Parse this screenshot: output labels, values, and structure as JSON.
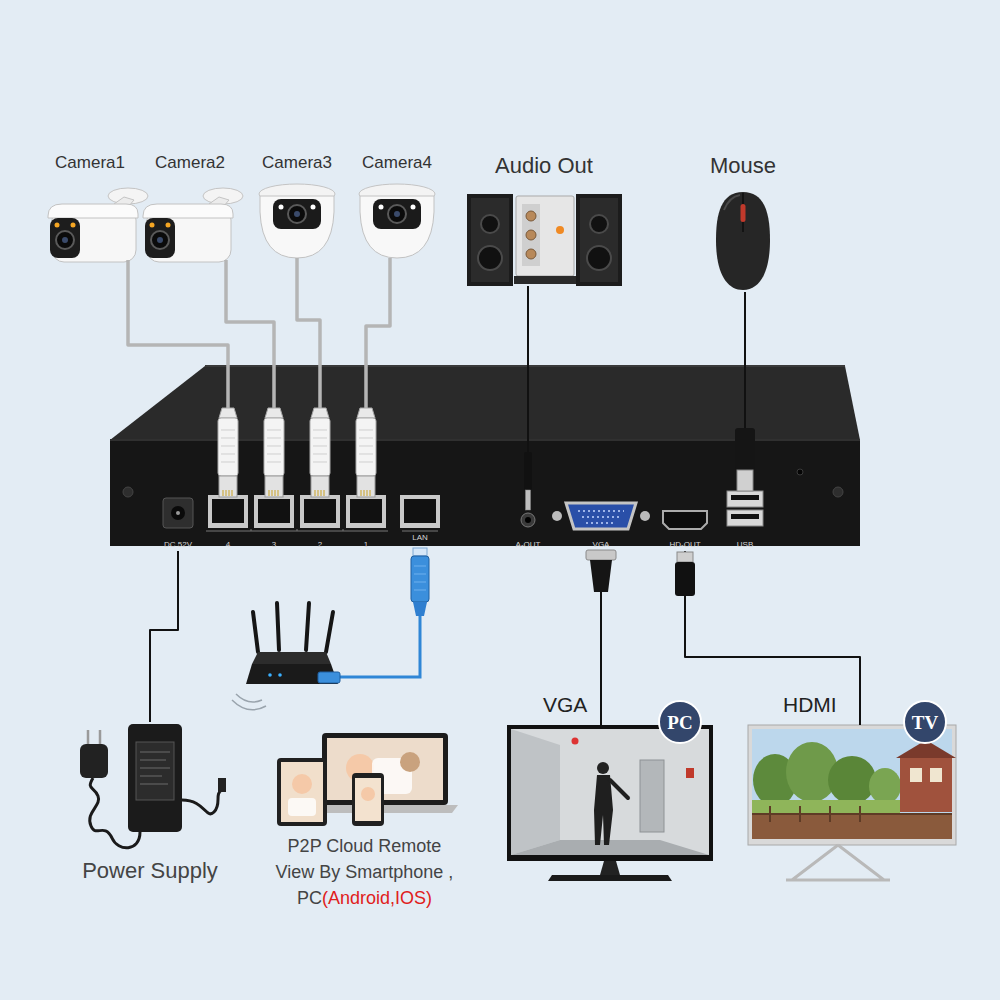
{
  "diagram": {
    "nodes": [
      {
        "text": [
          "Camera1"
        ]
      },
      {
        "text": [
          "Camera2"
        ]
      },
      {
        "text": [
          "Camera3"
        ]
      },
      {
        "text": [
          "Camera4"
        ]
      },
      {
        "text": [
          "Audio Out"
        ]
      },
      {
        "text": [
          "Mouse"
        ]
      },
      {
        "text": [
          "DC 52V"
        ]
      },
      {
        "text": [
          "4"
        ]
      },
      {
        "text": [
          "3"
        ]
      },
      {
        "text": [
          "2"
        ]
      },
      {
        "text": [
          "1"
        ]
      },
      {
        "text": [
          "A-OUT"
        ]
      },
      {
        "text": [
          "VGA"
        ]
      },
      {
        "text": [
          "HD-OUT"
        ]
      },
      {
        "text": [
          "USB"
        ]
      },
      {
        "text": [
          "Power Supply"
        ]
      },
      {
        "text": [
          "VGA",
          "PC"
        ]
      },
      {
        "text": [
          "HDMI",
          "TV"
        ]
      }
    ],
    "edges": [
      {
        "from": 0,
        "to": 7,
        "arrow": "none"
      },
      {
        "from": 1,
        "to": 8,
        "arrow": "none"
      },
      {
        "from": 2,
        "to": 9,
        "arrow": "none"
      },
      {
        "from": 3,
        "to": 10,
        "arrow": "none"
      },
      {
        "from": 4,
        "to": 11,
        "arrow": "none"
      },
      {
        "from": 5,
        "to": 14,
        "arrow": "none"
      },
      {
        "from": 15,
        "to": 6,
        "arrow": "none"
      },
      {
        "from": 12,
        "to": 16,
        "arrow": "none"
      },
      {
        "from": 13,
        "to": 17,
        "arrow": "none"
      }
    ],
    "labels": [
      "LAN",
      "P2P Cloud Remote View By Smartphone , PC",
      "(Android,IOS)"
    ]
  }
}
